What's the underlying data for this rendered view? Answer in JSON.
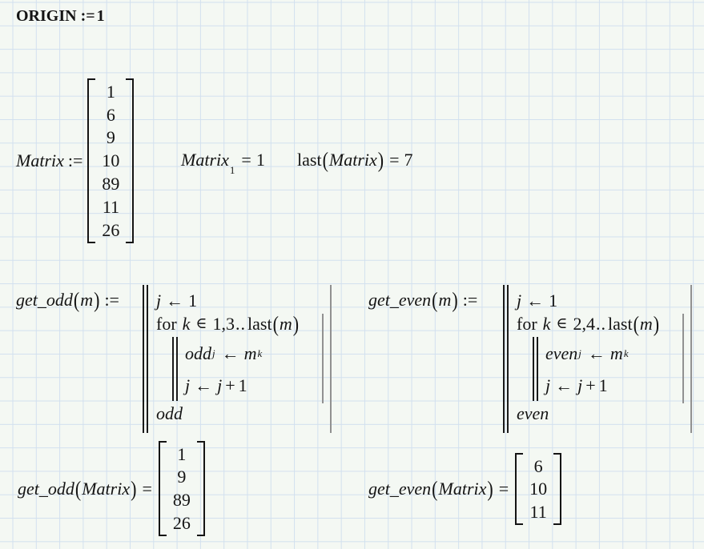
{
  "theme": {
    "background": "#f4f8f3",
    "grid_line": "#d2e0ef",
    "text": "#141414",
    "program_guide_line": "#919191"
  },
  "symbols": {
    "assign": ":=",
    "equals": "=",
    "arrow": "←",
    "element_of": "∈",
    "lparen": "(",
    "rparen": ")",
    "range": "..",
    "plus": "+"
  },
  "origin_statement": {
    "keyword": "ORIGIN",
    "value": "1"
  },
  "matrix_definition": {
    "name": "Matrix",
    "values": [
      "1",
      "6",
      "9",
      "10",
      "89",
      "11",
      "26"
    ]
  },
  "index_evaluation": {
    "base": "Matrix",
    "subscript": "1",
    "result": "1"
  },
  "last_evaluation": {
    "function": "last",
    "argument": "Matrix",
    "result": "7"
  },
  "get_odd_definition": {
    "name": "get_odd",
    "parameter": "m",
    "init": {
      "variable": "j",
      "value": "1"
    },
    "for_line": {
      "keyword": "for",
      "variable": "k",
      "start_values": "1,3",
      "function": "last",
      "argument": "m"
    },
    "body_assign": {
      "target": "odd",
      "target_subscript": "j",
      "source": "m",
      "source_subscript": "k"
    },
    "increment": {
      "variable": "j",
      "expression_variable": "j",
      "value": "1"
    },
    "return_value": "odd"
  },
  "get_even_definition": {
    "name": "get_even",
    "parameter": "m",
    "init": {
      "variable": "j",
      "value": "1"
    },
    "for_line": {
      "keyword": "for",
      "variable": "k",
      "start_values": "2,4",
      "function": "last",
      "argument": "m"
    },
    "body_assign": {
      "target": "even",
      "target_subscript": "j",
      "source": "m",
      "source_subscript": "k"
    },
    "increment": {
      "variable": "j",
      "expression_variable": "j",
      "value": "1"
    },
    "return_value": "even"
  },
  "get_odd_result": {
    "name": "get_odd",
    "argument": "Matrix",
    "values": [
      "1",
      "9",
      "89",
      "26"
    ]
  },
  "get_even_result": {
    "name": "get_even",
    "argument": "Matrix",
    "values": [
      "6",
      "10",
      "11"
    ]
  }
}
